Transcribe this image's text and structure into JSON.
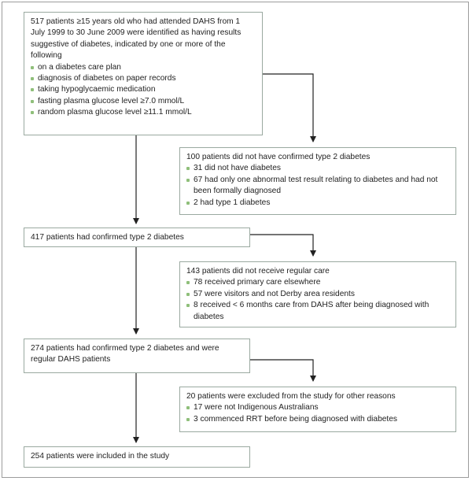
{
  "boxes": {
    "start": {
      "text": "517 patients ≥15 years old who had attended DAHS from 1 July 1999 to 30 June 2009 were identified as having results suggestive of diabetes, indicated by one or more of the following",
      "items": [
        "on a diabetes care plan",
        "diagnosis of diabetes on paper records",
        "taking hypoglycaemic medication",
        "fasting plasma glucose level ≥7.0 mmol/L",
        "random plasma glucose level ≥11.1 mmol/L"
      ]
    },
    "excluded1": {
      "text": "100 patients did not have confirmed type 2 diabetes",
      "items": [
        "31 did not have diabetes",
        "67 had only one abnormal test result relating to diabetes and had not been formally diagnosed",
        "2 had type 1 diabetes"
      ]
    },
    "confirmed": {
      "text": "417 patients had confirmed type 2 diabetes"
    },
    "excluded2": {
      "text": "143 patients did not receive regular care",
      "items": [
        "78 received primary care elsewhere",
        "57 were visitors and not Derby area residents",
        "8 received < 6 months care from DAHS after being diagnosed with diabetes"
      ]
    },
    "regular": {
      "text": "274 patients had confirmed type 2 diabetes and were regular DAHS patients"
    },
    "excluded3": {
      "text": "20 patients were excluded from the study for other reasons",
      "items": [
        "17 were not Indigenous Australians",
        "3 commenced RRT before being diagnosed with diabetes"
      ]
    },
    "final": {
      "text": "254 patients were included in the study"
    }
  },
  "colors": {
    "border": "#9aa9a0",
    "bullet": "#8fbf7a",
    "arrow": "#222222"
  }
}
